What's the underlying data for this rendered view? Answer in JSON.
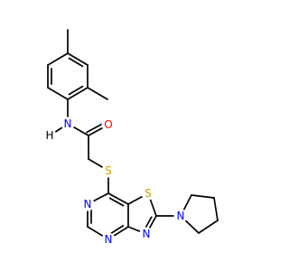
{
  "molecule": {
    "colors": {
      "bond": "#000000",
      "carbon": "#000000",
      "nitrogen": "#0000ff",
      "oxygen": "#ff0000",
      "sulfur": "#c8a000"
    },
    "atoms": [
      {
        "id": "me1",
        "element": "C",
        "label": ""
      },
      {
        "id": "c1",
        "element": "C",
        "label": ""
      },
      {
        "id": "c2",
        "element": "C",
        "label": ""
      },
      {
        "id": "c3",
        "element": "C",
        "label": ""
      },
      {
        "id": "c4",
        "element": "C",
        "label": ""
      },
      {
        "id": "c5",
        "element": "C",
        "label": ""
      },
      {
        "id": "c6",
        "element": "C",
        "label": ""
      },
      {
        "id": "me2",
        "element": "C",
        "label": ""
      },
      {
        "id": "n_amide",
        "element": "N",
        "label": "N"
      },
      {
        "id": "h_amide",
        "element": "H",
        "label": "H"
      },
      {
        "id": "c_carbonyl",
        "element": "C",
        "label": ""
      },
      {
        "id": "o_carbonyl",
        "element": "O",
        "label": "O"
      },
      {
        "id": "c_methylene",
        "element": "C",
        "label": ""
      },
      {
        "id": "s_thioether",
        "element": "S",
        "label": "S"
      },
      {
        "id": "c7",
        "element": "C",
        "label": ""
      },
      {
        "id": "c7a",
        "element": "C",
        "label": ""
      },
      {
        "id": "s_ring",
        "element": "S",
        "label": "S"
      },
      {
        "id": "c2_thz",
        "element": "C",
        "label": ""
      },
      {
        "id": "n3",
        "element": "N",
        "label": "N"
      },
      {
        "id": "c3a",
        "element": "C",
        "label": ""
      },
      {
        "id": "n4",
        "element": "N",
        "label": "N"
      },
      {
        "id": "c5_pyr",
        "element": "C",
        "label": ""
      },
      {
        "id": "n6",
        "element": "N",
        "label": "N"
      },
      {
        "id": "n_pyrrolidine",
        "element": "N",
        "label": "N"
      },
      {
        "id": "p1",
        "element": "C",
        "label": ""
      },
      {
        "id": "p2",
        "element": "C",
        "label": ""
      },
      {
        "id": "p3",
        "element": "C",
        "label": ""
      },
      {
        "id": "p4",
        "element": "C",
        "label": ""
      }
    ],
    "bonds": [
      {
        "a": "me1",
        "b": "c1",
        "order": 1
      },
      {
        "a": "c1",
        "b": "c2",
        "order": 2
      },
      {
        "a": "c2",
        "b": "c3",
        "order": 1
      },
      {
        "a": "c3",
        "b": "c4",
        "order": 2
      },
      {
        "a": "c4",
        "b": "c5",
        "order": 1
      },
      {
        "a": "c5",
        "b": "c6",
        "order": 2
      },
      {
        "a": "c6",
        "b": "c1",
        "order": 1
      },
      {
        "a": "c3",
        "b": "me2",
        "order": 1
      },
      {
        "a": "c4",
        "b": "n_amide",
        "order": 1
      },
      {
        "a": "n_amide",
        "b": "c_carbonyl",
        "order": 1
      },
      {
        "a": "c_carbonyl",
        "b": "o_carbonyl",
        "order": 2
      },
      {
        "a": "c_carbonyl",
        "b": "c_methylene",
        "order": 1
      },
      {
        "a": "c_methylene",
        "b": "s_thioether",
        "order": 1
      },
      {
        "a": "s_thioether",
        "b": "c7",
        "order": 1
      },
      {
        "a": "c7",
        "b": "c7a",
        "order": 2
      },
      {
        "a": "c7a",
        "b": "s_ring",
        "order": 1
      },
      {
        "a": "s_ring",
        "b": "c2_thz",
        "order": 1
      },
      {
        "a": "c2_thz",
        "b": "n3",
        "order": 2
      },
      {
        "a": "n3",
        "b": "c3a",
        "order": 1
      },
      {
        "a": "c3a",
        "b": "c7a",
        "order": 1
      },
      {
        "a": "c3a",
        "b": "n4",
        "order": 2
      },
      {
        "a": "n4",
        "b": "c5_pyr",
        "order": 1
      },
      {
        "a": "c5_pyr",
        "b": "n6",
        "order": 2
      },
      {
        "a": "n6",
        "b": "c7",
        "order": 1
      },
      {
        "a": "c2_thz",
        "b": "n_pyrrolidine",
        "order": 1
      },
      {
        "a": "n_pyrrolidine",
        "b": "p1",
        "order": 1
      },
      {
        "a": "p1",
        "b": "p2",
        "order": 1
      },
      {
        "a": "p2",
        "b": "p3",
        "order": 1
      },
      {
        "a": "p3",
        "b": "p4",
        "order": 1
      },
      {
        "a": "p4",
        "b": "n_pyrrolidine",
        "order": 1
      }
    ]
  }
}
